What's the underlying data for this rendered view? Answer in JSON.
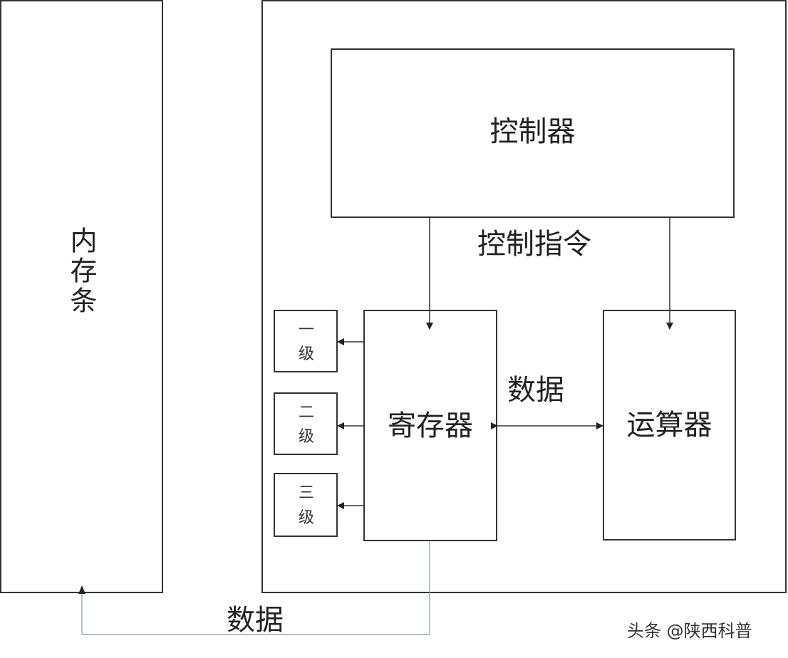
{
  "memory": {
    "label": "内存条"
  },
  "controller": {
    "label": "控制器"
  },
  "control_instruction": {
    "label": "控制指令"
  },
  "register": {
    "label": "寄存器"
  },
  "alu": {
    "label": "运算器"
  },
  "data_middle": {
    "label": "数据"
  },
  "data_bottom": {
    "label": "数据"
  },
  "caches": [
    {
      "line1": "一",
      "line2": "级"
    },
    {
      "line1": "二",
      "line2": "级"
    },
    {
      "line1": "三",
      "line2": "级"
    }
  ],
  "watermark": {
    "text": "头条 @陕西科普"
  },
  "colors": {
    "border": "#333333",
    "data_line": "#7f98b4",
    "text": "#222222"
  }
}
